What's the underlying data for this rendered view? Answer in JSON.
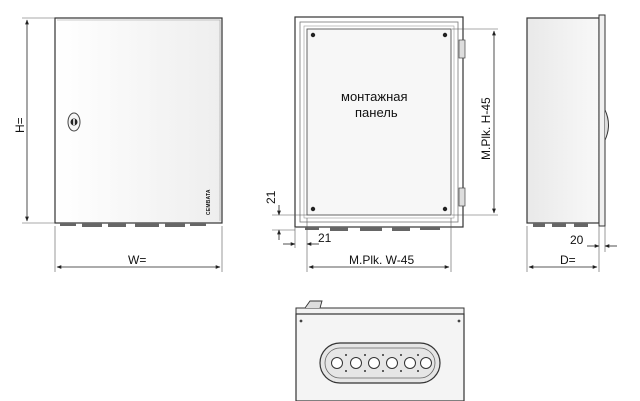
{
  "front_view": {
    "height_label": "H=",
    "width_label": "W=",
    "logo_text": "CEMBATA"
  },
  "inner_view": {
    "panel_line1": "монтажная",
    "panel_line2": "панель",
    "plate_height_label": "M.Plk. H-45",
    "plate_width_label": "M.Plk. W-45",
    "offset_vertical": "21",
    "offset_horizontal": "21"
  },
  "side_view": {
    "depth_label": "D=",
    "offset_label": "20"
  }
}
